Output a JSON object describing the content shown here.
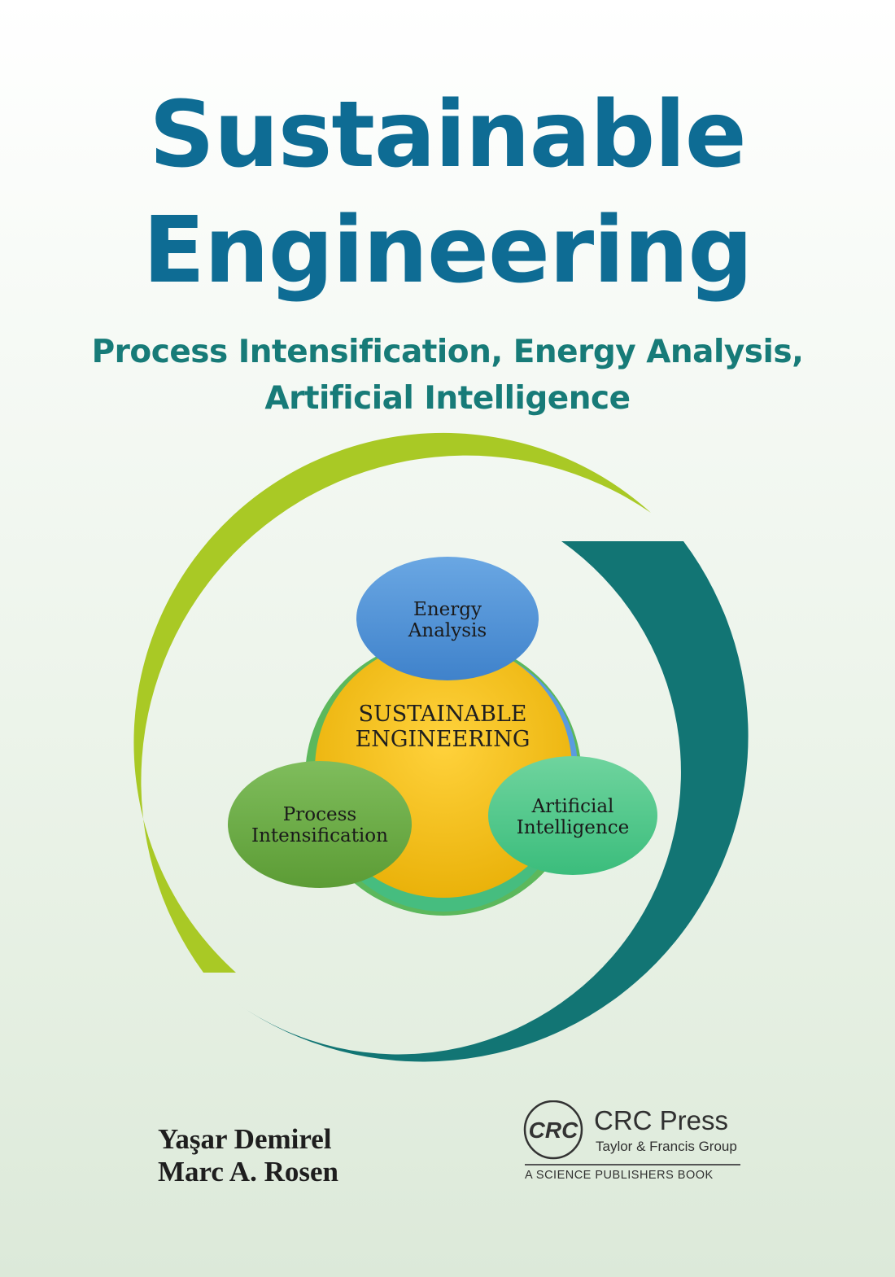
{
  "cover": {
    "title_line1": "Sustainable",
    "title_line2": "Engineering",
    "subtitle_line1": "Process Intensification, Energy Analysis,",
    "subtitle_line2": "Artificial Intelligence"
  },
  "diagram": {
    "center_line1": "SUSTAINABLE",
    "center_line2": "ENGINEERING",
    "top_node_line1": "Energy",
    "top_node_line2": "Analysis",
    "left_node_line1": "Process",
    "left_node_line2": "Intensification",
    "right_node_line1": "Artificial",
    "right_node_line2": "Intelligence"
  },
  "authors": [
    "Yaşar Demirel",
    "Marc A. Rosen"
  ],
  "publisher": {
    "logo_text": "CRC",
    "name": "CRC Press",
    "group": "Taylor & Francis Group",
    "series": "A SCIENCE PUBLISHERS BOOK"
  },
  "colors": {
    "title": "#0e6c94",
    "subtitle": "#177b78",
    "ring_lime": "#a9c925",
    "ring_teal": "#127574",
    "center_fill": "#f7be10",
    "energy_node": "#4d8fd3",
    "process_node": "#6aab45",
    "ai_node": "#4dca8c"
  }
}
